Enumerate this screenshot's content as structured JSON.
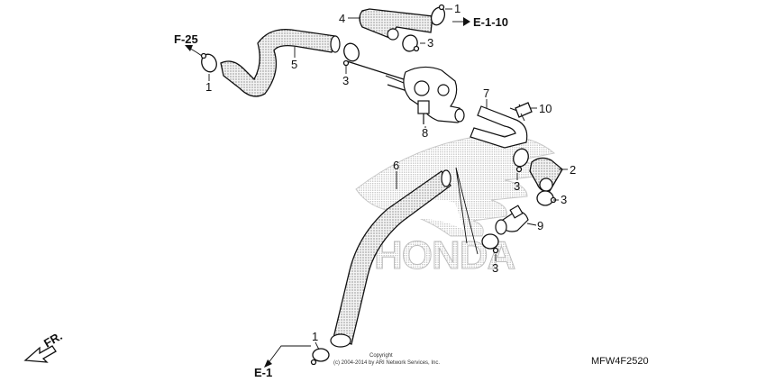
{
  "diagram": {
    "part_labels": [
      "1",
      "1",
      "1",
      "2",
      "3",
      "3",
      "3",
      "3",
      "3",
      "4",
      "5",
      "6",
      "7",
      "8",
      "9",
      "10"
    ],
    "references": {
      "f25": "F-25",
      "e110": "E-1-10",
      "e1": "E-1"
    },
    "direction": "FR.",
    "watermark": "HONDA",
    "copyright_line1": "Copyright",
    "copyright_line2": "(c) 2004-2014 by ARI Network Services, Inc.",
    "figure_code": "MFW4F2520",
    "colors": {
      "line": "#111111",
      "watermark": "#c8c8c8",
      "background": "#ffffff"
    }
  }
}
